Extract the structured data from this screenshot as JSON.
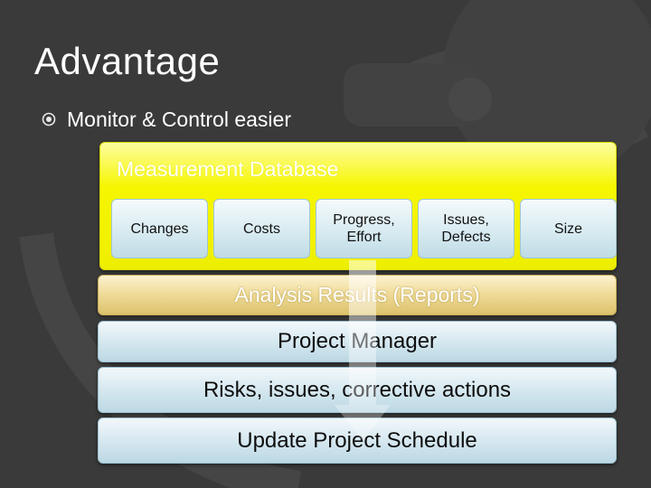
{
  "slide": {
    "title": "Advantage",
    "bullet": "Monitor & Control easier"
  },
  "diagram": {
    "database": {
      "title": "Measurement Database",
      "cells": [
        "Changes",
        "Costs",
        "Progress,\nEffort",
        "Issues,\nDefects",
        "Size"
      ]
    },
    "analysis": "Analysis Results (Reports)",
    "project_manager": "Project Manager",
    "risks": "Risks, issues, corrective actions",
    "update": "Update Project Schedule"
  },
  "colors": {
    "background": "#3a3a3a",
    "database_yellow": "#f6f600",
    "analysis_tan": "#f0dc9a",
    "bar_blue": "#d6e8f0"
  },
  "icons": [
    "target-bullet-icon",
    "down-arrow-icon"
  ]
}
